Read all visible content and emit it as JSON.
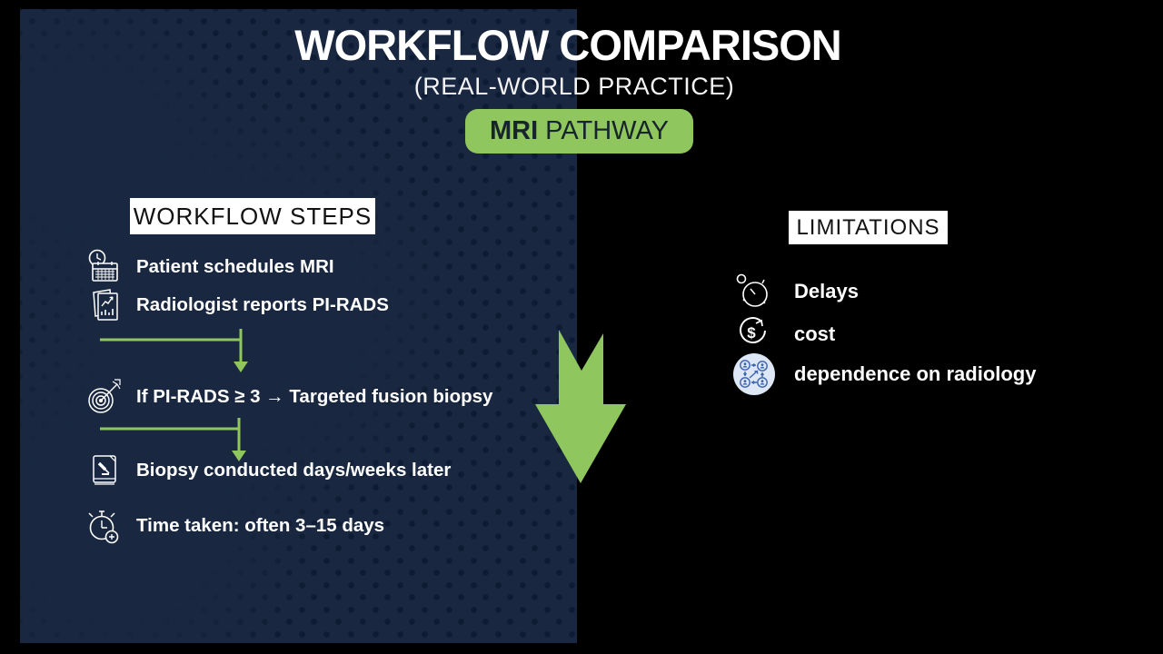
{
  "slide": {
    "title": "WORKFLOW COMPARISON",
    "subtitle": "(REAL-WORLD PRACTICE)",
    "badge": {
      "bold": "MRI",
      "rest": "PATHWAY"
    }
  },
  "workflow": {
    "header": "WORKFLOW STEPS",
    "steps": [
      {
        "icon": "schedule-calendar-icon",
        "label": "Patient schedules MRI"
      },
      {
        "icon": "report-chart-icon",
        "label": "Radiologist reports PI-RADS"
      },
      {
        "icon": "target-dart-icon",
        "label": "If PI-RADS ≥ 3 → Targeted fusion biopsy"
      },
      {
        "icon": "book-gavel-icon",
        "label": "Biopsy conducted days/weeks later"
      },
      {
        "icon": "stopwatch-plus-icon",
        "label": "Time taken: often 3–15 days"
      }
    ]
  },
  "limitations": {
    "header": "LIMITATIONS",
    "items": [
      {
        "icon": "delay-clock-icon",
        "label": "Delays"
      },
      {
        "icon": "cost-cycle-icon",
        "label": "cost"
      },
      {
        "icon": "radiology-network-icon",
        "label": "dependence on radiology"
      }
    ]
  },
  "colors": {
    "accent_green": "#8fc75e",
    "panel_navy": "#192840",
    "background_black": "#000000",
    "text_white": "#ffffff",
    "header_box_bg": "#ffffff",
    "header_box_text": "#121212",
    "badge_text": "#17242e",
    "network_icon_bg": "#dde7f6",
    "network_icon_fg": "#3b62b0"
  }
}
